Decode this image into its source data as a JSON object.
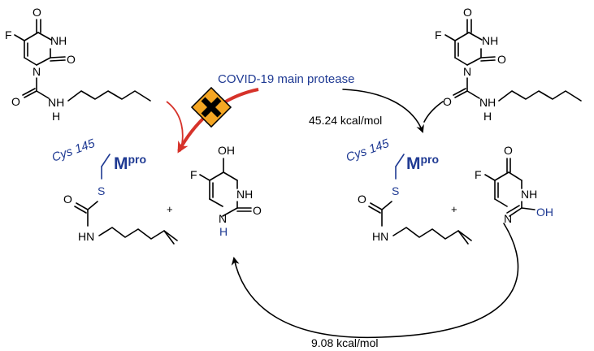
{
  "labels": {
    "protease": "COVID-19 main protease",
    "energy_forward": "45.24 kcal/mol",
    "energy_return": "9.08 kcal/mol",
    "plus": "+"
  },
  "atoms": {
    "F": "F",
    "O": "O",
    "NH": "NH",
    "N": "N",
    "H": "H",
    "OH": "OH",
    "HN": "HN",
    "S": "S",
    "cys": "Cys 145",
    "m": "M",
    "pro": "pro"
  },
  "colors": {
    "accent_blue": "#1f3a93",
    "inhibit_red": "#d6322a",
    "block_orange": "#f5a623"
  }
}
